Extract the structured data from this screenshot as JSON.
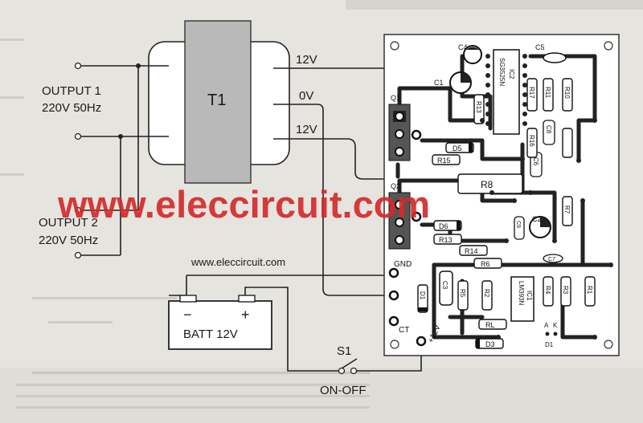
{
  "transformer": {
    "label": "T1"
  },
  "secondary": {
    "top": "12V",
    "center": "0V",
    "bottom": "12V"
  },
  "outputs": [
    {
      "name": "OUTPUT 1",
      "spec": "220V 50Hz"
    },
    {
      "name": "OUTPUT 2",
      "spec": "220V  50Hz"
    }
  ],
  "battery": {
    "label": "BATT 12V",
    "minus": "−",
    "plus": "+"
  },
  "switch": {
    "name": "S1",
    "label": "ON-OFF"
  },
  "watermark": {
    "large": "www.eleccircuit.com",
    "small": "www.eleccircuit.com"
  },
  "pcb": {
    "labels": {
      "gnd": "GND",
      "ct": "CT",
      "v12": "+12V",
      "q1": "Q1",
      "q2": "Q2",
      "ic1": "IC1",
      "ic2": "IC2",
      "d1": "D1",
      "d5": "D5",
      "d6": "D6",
      "d3": "D3",
      "r8": "R8",
      "r13": "R13",
      "r14": "R14",
      "r15": "R15",
      "r16": "R16",
      "r17": "R17",
      "r11": "R11",
      "r10": "R10",
      "r7": "R7",
      "r6": "R6",
      "r5": "R5",
      "r4": "R4",
      "r3": "R3",
      "r2": "R2",
      "r1": "R1",
      "rl": "RL",
      "c1": "C1",
      "c2": "C2",
      "c3": "C3",
      "c4": "C4",
      "c5": "C5",
      "c6": "C6",
      "c7": "C7",
      "c8": "C8",
      "c9": "C9",
      "ic1_part": "LM393N",
      "ic2_part": "SG3525N",
      "a": "A",
      "k": "K",
      "d1_bottom": "D1"
    }
  },
  "colors": {
    "watermark": "#d42a2a",
    "board": "#ffffff",
    "trace": "#222222"
  }
}
